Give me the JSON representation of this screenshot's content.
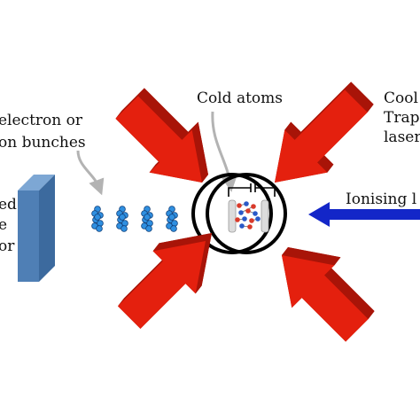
{
  "labels": {
    "cold_atoms": "Cold atoms",
    "bunches_line1": "electron or",
    "bunches_line2": "on bunches",
    "cooling_line1": "Cool",
    "cooling_line2": "Trap",
    "cooling_line3": "lasers",
    "ionising": "Ionising l",
    "detector_line1": "ed",
    "detector_line2": "e",
    "detector_line3": "or"
  },
  "colors": {
    "laser_arrow": "#e4200e",
    "laser_arrow_dark": "#a81408",
    "ionising_arrow": "#1326c8",
    "detector": "#4f7fb5",
    "electron": "#2f8fe0",
    "atom_red": "#d93a2a",
    "atom_blue": "#2a59c8",
    "ring": "#000000",
    "leader_arrow": "#b3b3b3"
  },
  "icons": {
    "laser_beams": "red-arrow-icon",
    "ionising_beam": "blue-arrow-icon",
    "detector": "detector-slab",
    "particle_bunch": "electron-bunch-icon"
  }
}
